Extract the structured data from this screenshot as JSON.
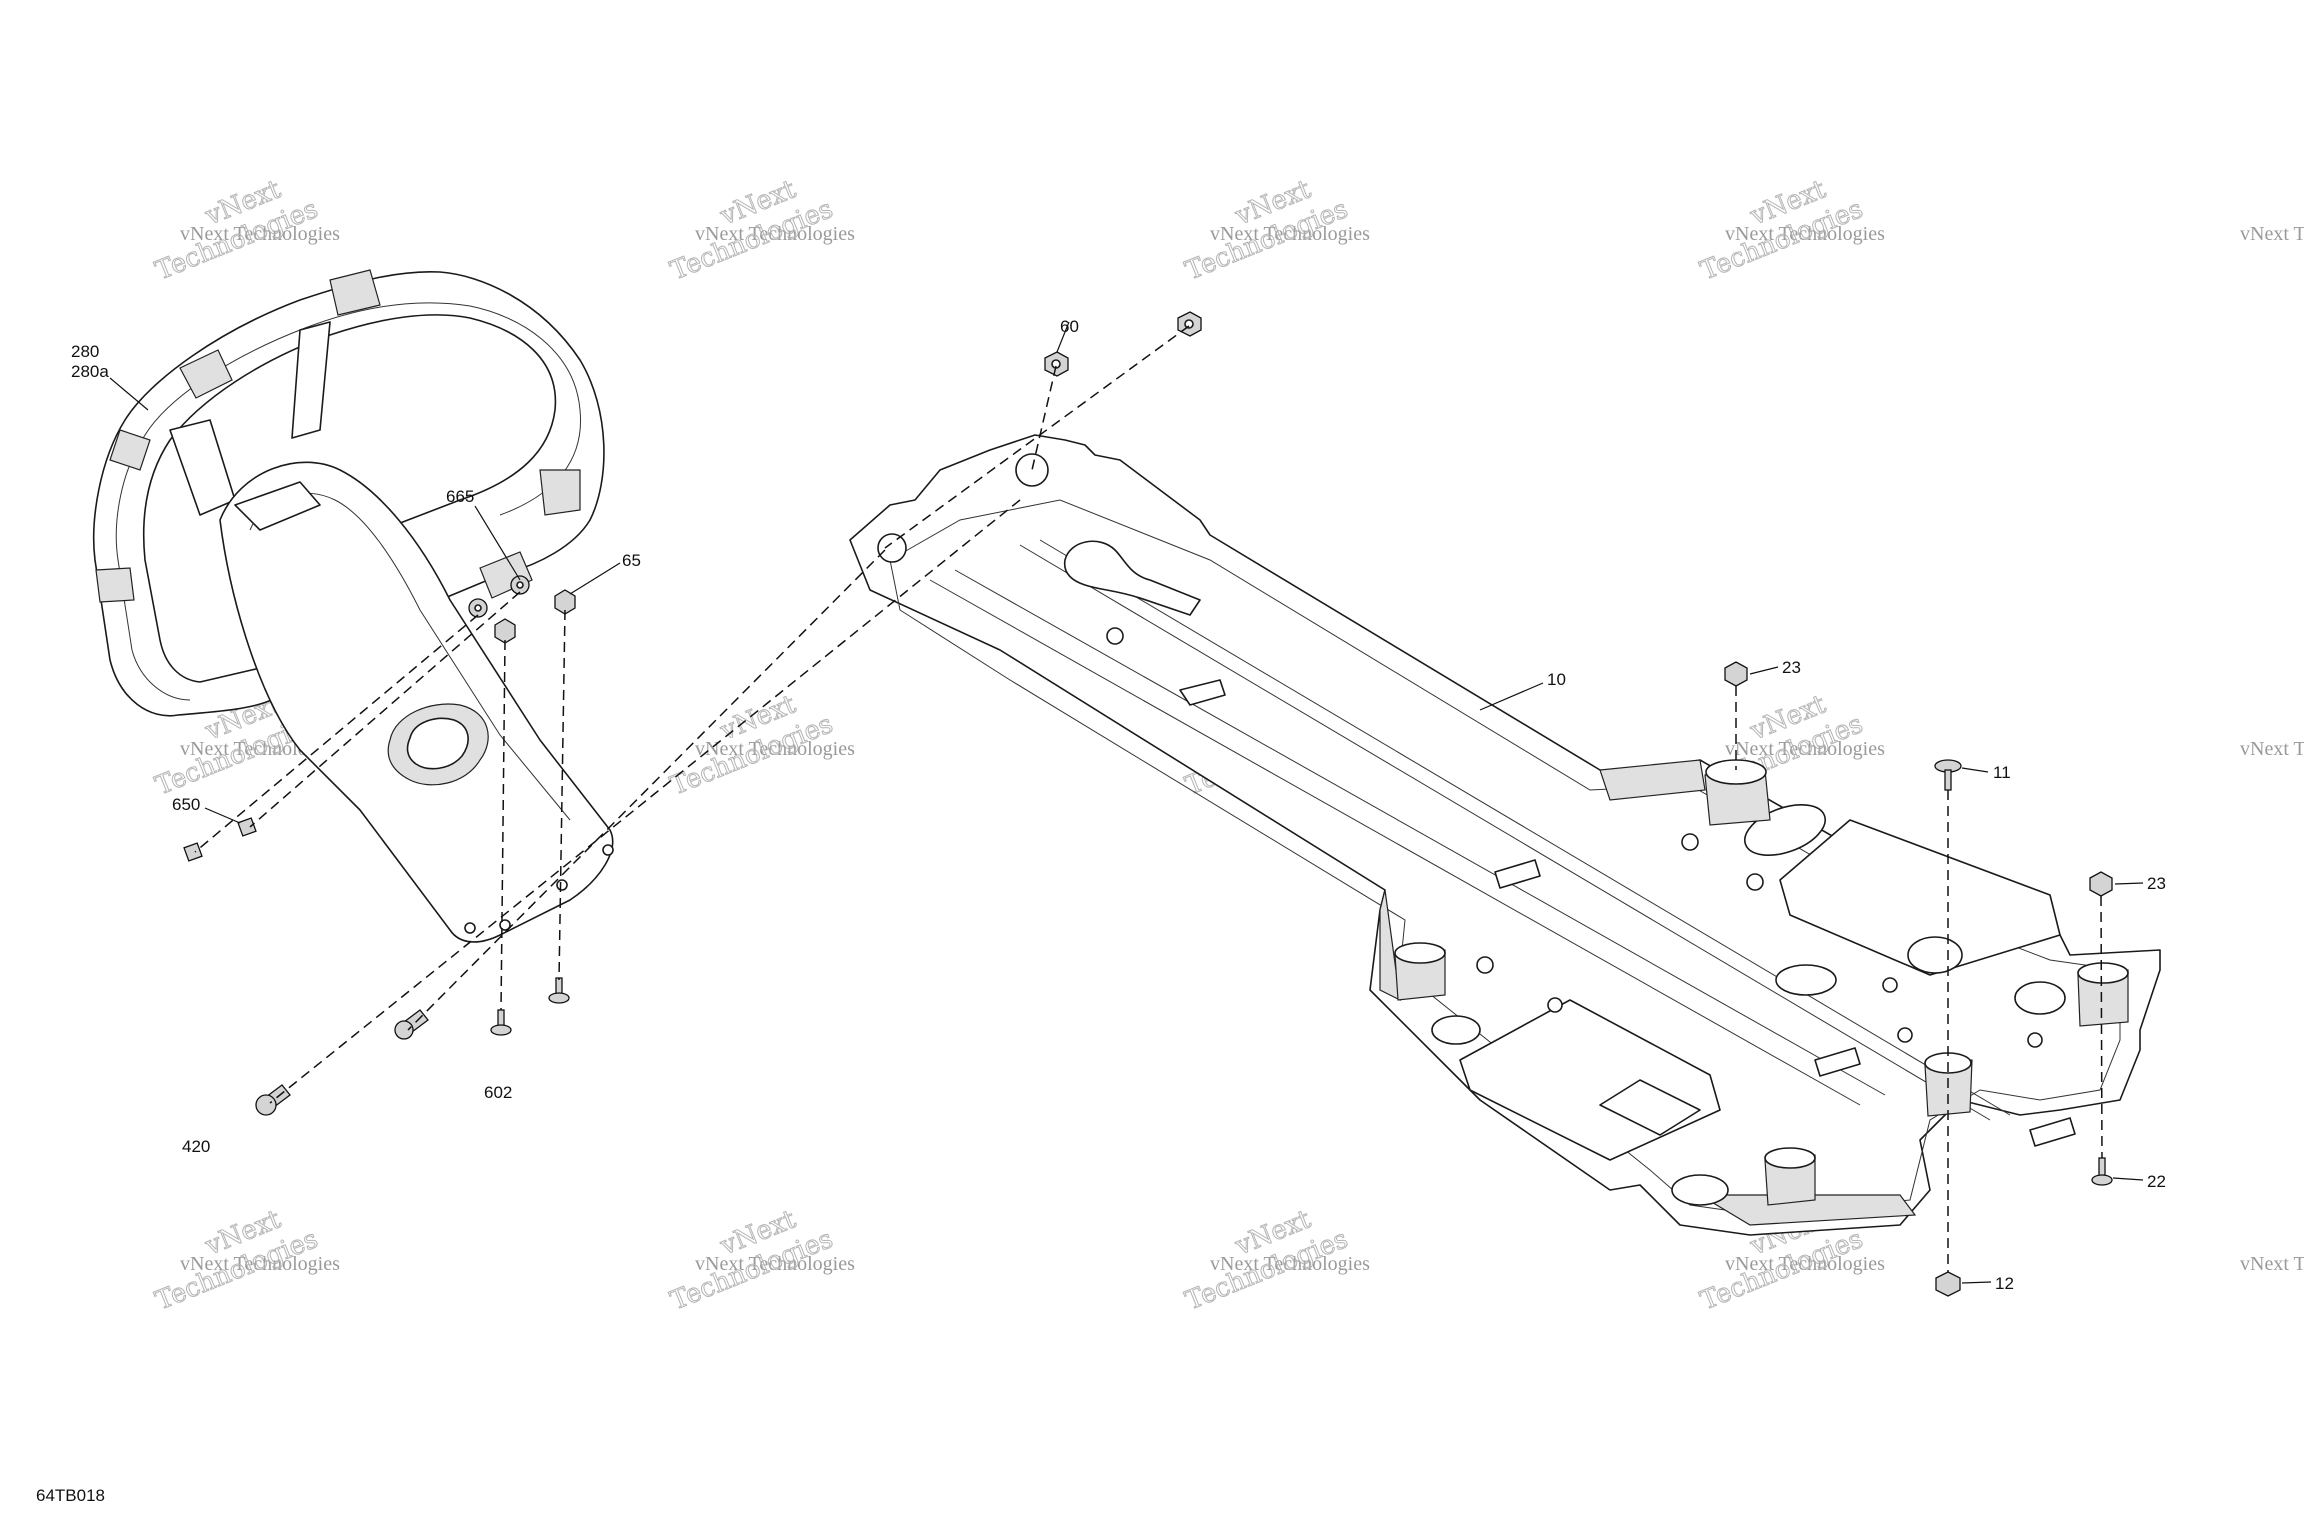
{
  "diagram_code": "64TB018",
  "watermark": {
    "line1": "vNext Technologies",
    "line2": "vNext",
    "line3": "Technologies"
  },
  "callouts": {
    "c280": "280",
    "c280a": "280a",
    "c665": "665",
    "c65": "65",
    "c650": "650",
    "c602": "602",
    "c420": "420",
    "c60": "60",
    "c10": "10",
    "c23a": "23",
    "c11": "11",
    "c23b": "23",
    "c22": "22",
    "c12": "12"
  }
}
